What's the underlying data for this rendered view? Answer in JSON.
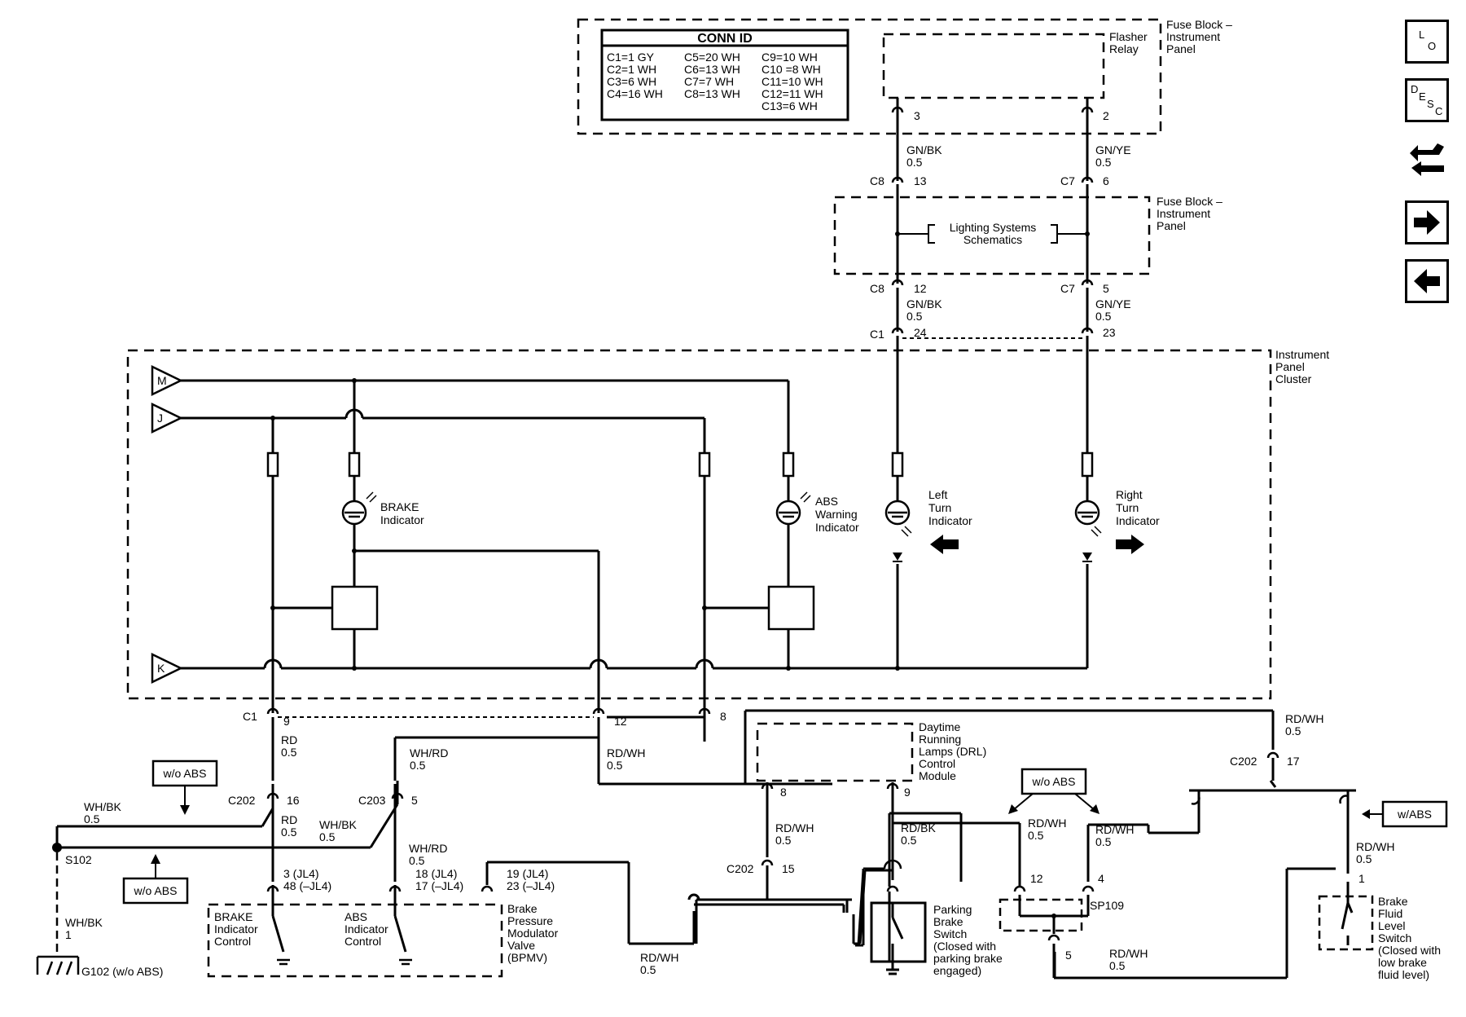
{
  "conn_table": {
    "title": "CONN ID",
    "col1": [
      "C1=1 GY",
      "C2=1 WH",
      "C3=6 WH",
      "C4=16 WH"
    ],
    "col2": [
      "C5=20 WH",
      "C6=13 WH",
      "C7=7 WH",
      "C8=13 WH"
    ],
    "col3": [
      "C9=10 WH",
      "C10 =8 WH",
      "C11=10 WH",
      "C12=11 WH",
      "C13=6 WH"
    ]
  },
  "components": {
    "fuse_block_top": [
      "Fuse Block –",
      "Instrument",
      "Panel"
    ],
    "flasher_relay": [
      "Flasher",
      "Relay"
    ],
    "fuse_block_mid": [
      "Fuse Block –",
      "Instrument",
      "Panel"
    ],
    "lighting_ref": [
      "Lighting Systems",
      "Schematics"
    ],
    "cluster": [
      "Instrument",
      "Panel",
      "Cluster"
    ],
    "brake_indicator": [
      "BRAKE",
      "Indicator"
    ],
    "abs_indicator": [
      "ABS",
      "Warning",
      "Indicator"
    ],
    "left_turn": [
      "Left",
      "Turn",
      "Indicator"
    ],
    "right_turn": [
      "Right",
      "Turn",
      "Indicator"
    ],
    "drl_module": [
      "Daytime",
      "Running",
      "Lamps (DRL)",
      "Control",
      "Module"
    ],
    "brake_ind_control": [
      "BRAKE",
      "Indicator",
      "Control"
    ],
    "abs_ind_control": [
      "ABS",
      "Indicator",
      "Control"
    ],
    "bpmv": [
      "Brake",
      "Pressure",
      "Modulator",
      "Valve",
      "(BPMV)"
    ],
    "parking_switch": [
      "Parking",
      "Brake",
      "Switch",
      "(Closed with",
      "parking brake",
      "engaged)"
    ],
    "fluid_switch": [
      "Brake",
      "Fluid",
      "Level",
      "Switch",
      "(Closed with",
      "low brake",
      "fluid level)"
    ],
    "ground": "G102 (w/o ABS)",
    "splice_s102": "S102",
    "splice_sp109": "SP109"
  },
  "bus_terminals": {
    "m": "M",
    "j": "J",
    "k": "K"
  },
  "notes": {
    "wo_abs": "w/o ABS",
    "w_abs": "w/ABS"
  },
  "wires": {
    "gnbk": "GN/BK",
    "gnye": "GN/YE",
    "rd": "RD",
    "rdwh": "RD/WH",
    "whbk": "WH/BK",
    "whrd": "WH/RD",
    "rdbk": "RD/BK",
    "g05": "0.5",
    "g1": "1"
  },
  "connectors": {
    "c8": "C8",
    "c7": "C7",
    "c1": "C1",
    "c202": "C202",
    "c203": "C203",
    "p3": "3",
    "p2": "2",
    "p13": "13",
    "p6": "6",
    "p12": "12",
    "p5": "5",
    "p24": "24",
    "p23": "23",
    "p9": "9",
    "p8": "8",
    "p16": "16",
    "p17": "17",
    "p15": "15",
    "p4": "4",
    "p1": "1",
    "jl1": "3 (JL4)",
    "jl1b": "48 (–JL4)",
    "jl2": "18 (JL4)",
    "jl2b": "17 (–JL4)",
    "jl3": "19 (JL4)",
    "jl3b": "23 (–JL4)"
  },
  "nav": {
    "lo": {
      "l": "L",
      "o": "O"
    },
    "desc": {
      "d": "D",
      "e": "E",
      "s": "S",
      "c": "C"
    }
  }
}
